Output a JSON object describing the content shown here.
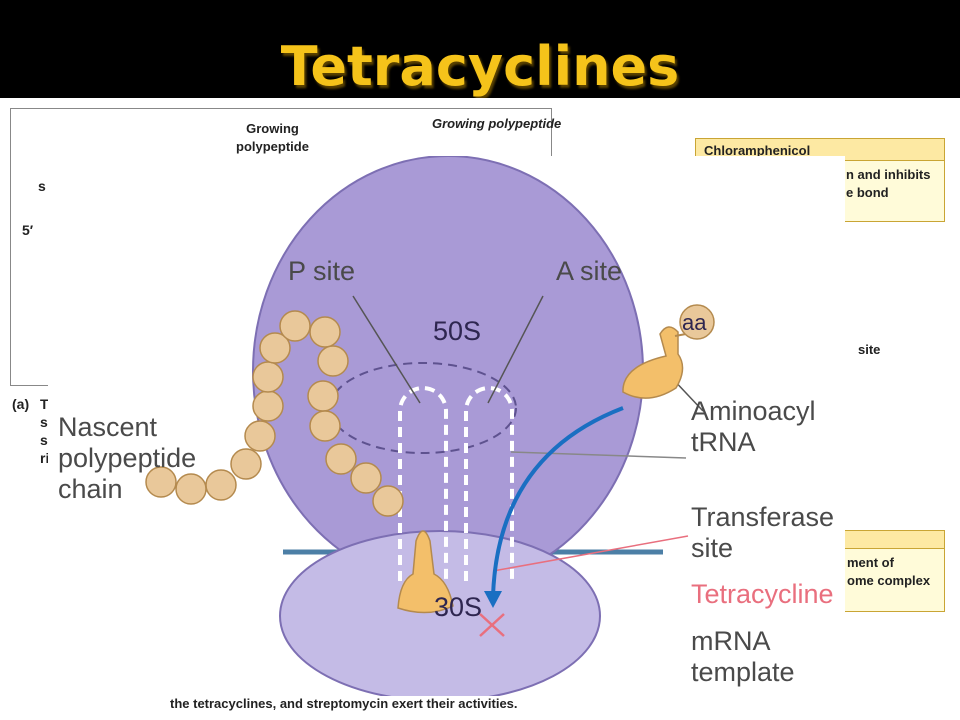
{
  "slide": {
    "title": "Tetracyclines"
  },
  "background": {
    "growing_polypeptide_top": "Growing polypeptide",
    "growing_polypeptide_left": "Growing\npolypeptide",
    "five_prime": "5′",
    "fragment_s": "s",
    "fragment_a": "(a)",
    "fragment_t": "T",
    "fragment_s1": "s",
    "fragment_s2": "s",
    "fragment_ri": "ri",
    "chloramphenicol_header": "Chloramphenicol",
    "chloramphenicol_line1": "n and inhibits",
    "chloramphenicol_line2": "e bond",
    "site_fragment": "site",
    "box2_line1": "ment of",
    "box2_line2": "ome complex",
    "caption": "the tetracyclines, and streptomycin exert their activities."
  },
  "diagram": {
    "p_site": "P site",
    "a_site": "A site",
    "subunit_large": "50S",
    "subunit_small": "30S",
    "aa_label": "aa",
    "nascent": "Nascent\npolypeptide\nchain",
    "aminoacyl": "Aminoacyl\ntRNA",
    "transferase": "Transferase\nsite",
    "tetracycline": "Tetracycline",
    "mrna": "mRNA\ntemplate"
  },
  "colors": {
    "title": "#f5c31a",
    "ribosome": "#a99ad6",
    "ribosome_edge": "#7d6fb3",
    "bead": "#e9c89a",
    "trna": "#f3bf6a",
    "arrow": "#1a6fc2",
    "inhibitor": "#e96f7e",
    "mrna": "#4c7fa6"
  }
}
